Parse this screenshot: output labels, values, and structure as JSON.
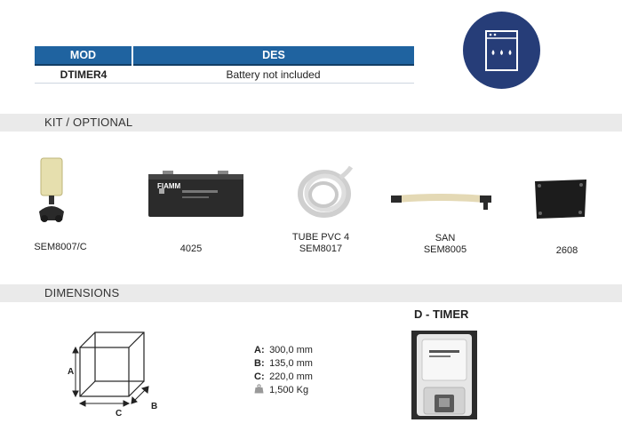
{
  "table": {
    "headers": [
      "MOD",
      "DES"
    ],
    "row": {
      "mod": "DTIMER4",
      "des": "Battery not included"
    }
  },
  "icon_badge": {
    "icon": "dishwasher-drops-icon",
    "color": "#263d78"
  },
  "sections": {
    "kit": "KIT / OPTIONAL",
    "dimensions": "DIMENSIONS"
  },
  "kit_items": [
    {
      "label": "SEM8007/C",
      "icon": "float-valve-icon"
    },
    {
      "label": "4025",
      "icon": "battery-icon"
    },
    {
      "label": "TUBE PVC 4",
      "label2": "SEM8017",
      "icon": "tube-coil-icon"
    },
    {
      "label": "SAN",
      "label2": "SEM8005",
      "icon": "suction-lance-icon"
    },
    {
      "label": "2608",
      "icon": "mounting-plate-icon"
    }
  ],
  "battery_brand": "FIAMM",
  "box_labels": {
    "a": "A",
    "b": "B",
    "c": "C"
  },
  "dimensions": [
    {
      "key": "A:",
      "value": "300,0 mm"
    },
    {
      "key": "B:",
      "value": "135,0 mm"
    },
    {
      "key": "C:",
      "value": "220,0 mm"
    }
  ],
  "weight": {
    "icon": "weight-icon",
    "value": "1,500 Kg"
  },
  "product_title": "D - TIMER"
}
